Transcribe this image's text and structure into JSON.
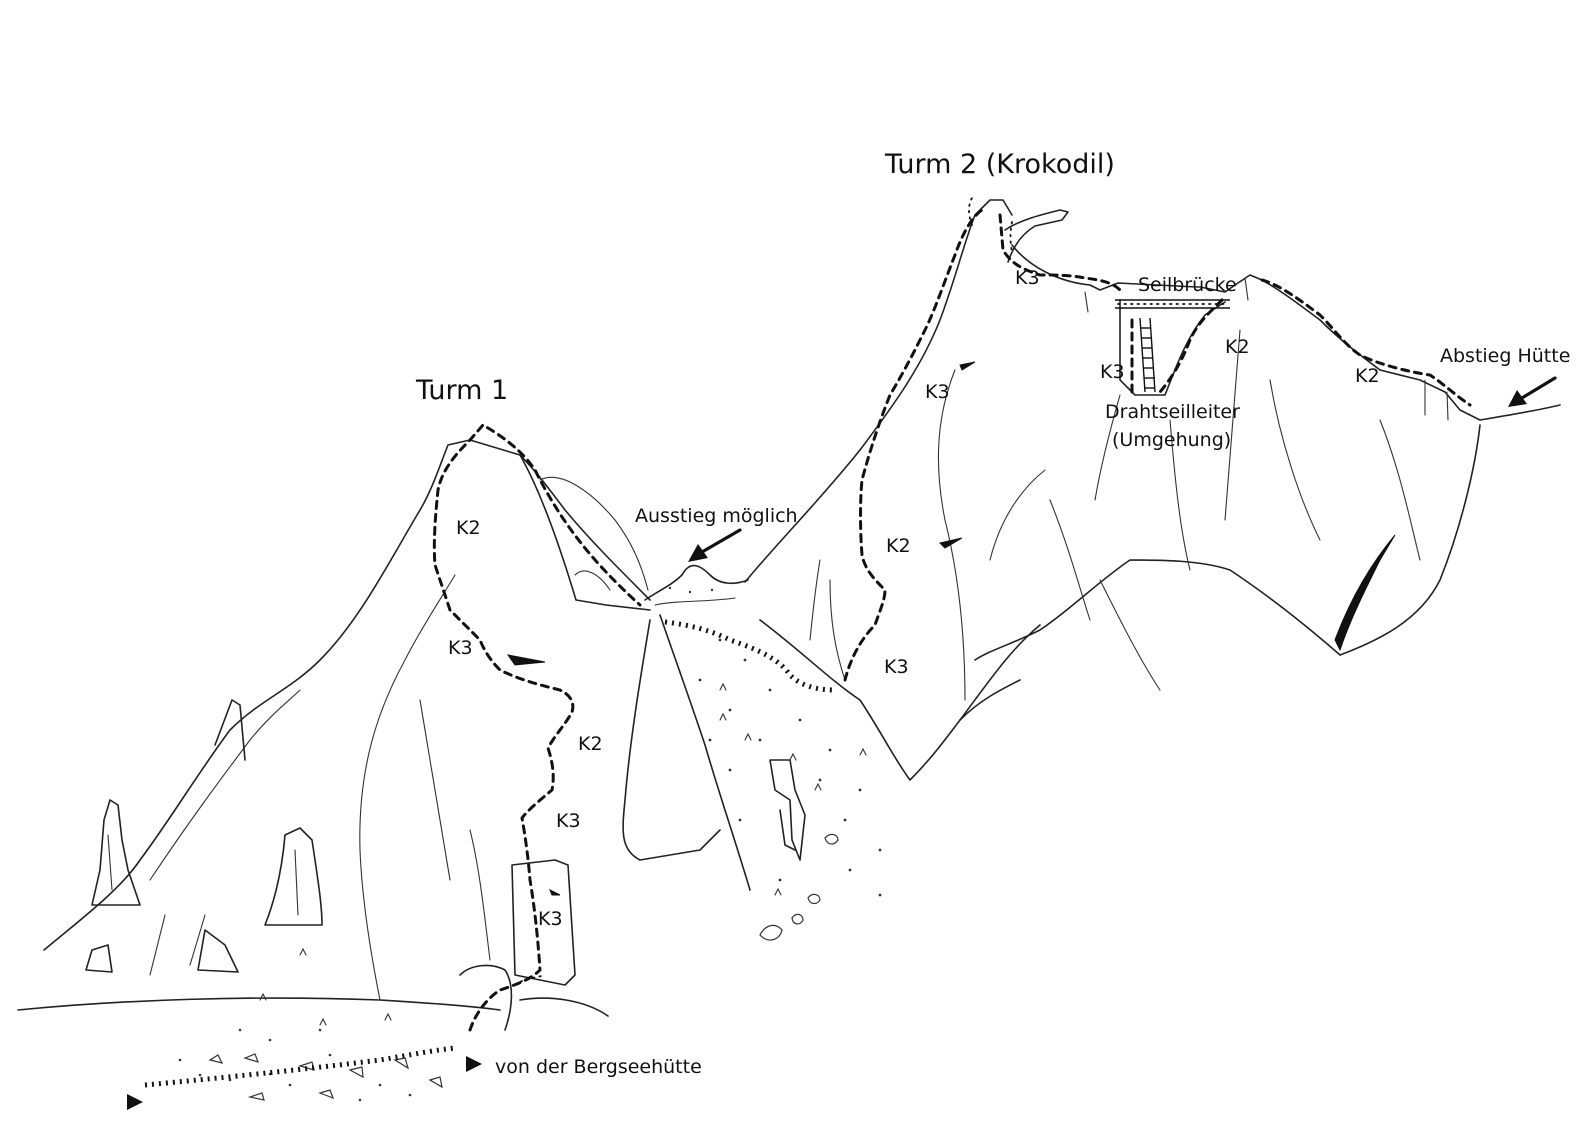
{
  "labels": {
    "turm1": "Turm 1",
    "turm2": "Turm 2 (Krokodil)",
    "ausstieg": "Ausstieg möglich",
    "seilbruecke": "Seilbrücke",
    "drahtseilleiter_1": "Drahtseilleiter",
    "drahtseilleiter_2": "(Umgehung)",
    "abstieg": "Abstieg Hütte",
    "zustieg": "von der Bergseehütte"
  },
  "grades": {
    "t1_a": "K2",
    "t1_b": "K3",
    "t1_c": "K2",
    "t1_d": "K3",
    "t1_e": "K3",
    "t2_a": "K3",
    "t2_b": "K3",
    "t2_c": "K2",
    "t2_d": "K3",
    "t2_e": "K3",
    "t2_f": "K2",
    "t2_g": "K2"
  },
  "icons": {
    "arrow": "arrow-icon",
    "start_marker": "triangle-right-icon"
  }
}
